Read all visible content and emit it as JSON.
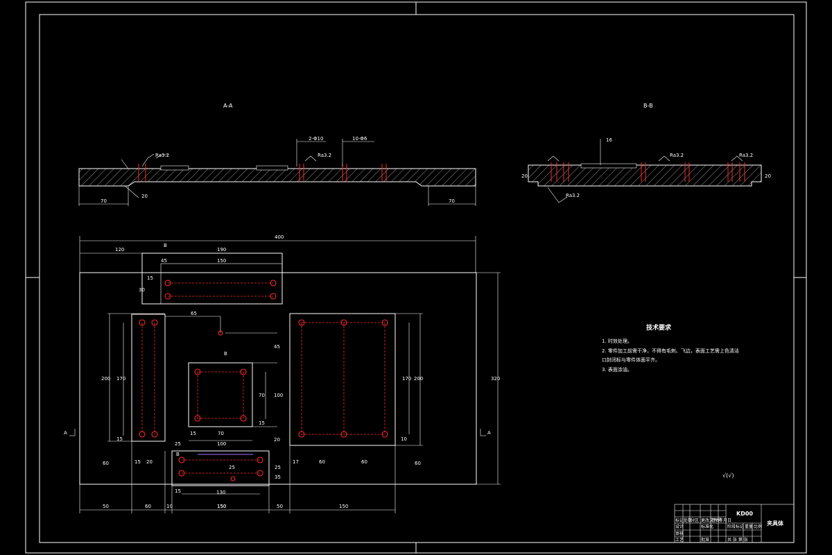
{
  "sections": {
    "aa_label": "A-A",
    "bb_label": "B-B",
    "ra_label": "Ra3.2",
    "aa_dims": {
      "left": "70",
      "right": "70",
      "step": "20",
      "holes_a": "2-Φ10",
      "holes_b": "10-Φ6"
    },
    "bb_dims": {
      "left_h": "20",
      "right_h": "20",
      "center": "16"
    }
  },
  "plan_dims": {
    "overall_width": "400",
    "overall_height": "320",
    "top_left": "120",
    "top_block_w": "190",
    "top_inner_w": "150",
    "top_offset": "45",
    "top_h_a": "15",
    "top_h_b": "30",
    "left_block_h": "200",
    "left_inner_h": "170",
    "left_w_a": "15",
    "left_w_b": "20",
    "left_bottom": "15",
    "left_foot": "60",
    "center_offset": "65",
    "center_drop": "45",
    "center_h": "100",
    "center_h_inner": "70",
    "center_w": "100",
    "center_w_inner": "70",
    "center_side": "15",
    "center_side_b": "15",
    "center_gap": "25",
    "center_bottom": "20",
    "bottom_w": "150",
    "bottom_inner": "130",
    "bottom_h_a": "25",
    "bottom_h_b": "25",
    "bottom_h_c": "35",
    "bottom_left_a": "15",
    "right_inner_h": "170",
    "right_h": "200",
    "right_w_a": "60",
    "right_w_b": "60",
    "right_side": "17",
    "right_bottom": "10",
    "right_foot": "60",
    "base_a": "50",
    "base_b": "60",
    "base_c": "10",
    "base_d": "150",
    "base_e": "50",
    "base_f": "150",
    "section_a": "A",
    "section_b": "B"
  },
  "tech": {
    "title": "技术要求",
    "items": [
      "1. 时效处理。",
      "2. 零件加工前需干净，不得有毛刺、飞边，表面工艺需上色清洁",
      "口封闭标与零件体面平齐。",
      "3. 表面涂油。"
    ]
  },
  "roughness_symbol": "√(√)",
  "title_block": {
    "drawing_no": "KD00",
    "name": "夹具体",
    "cells": [
      "标记",
      "处数",
      "分区",
      "更改文件号",
      "签名",
      "年月日",
      "设计",
      "标准化",
      "阶段标记",
      "重量",
      "比例",
      "审核",
      "工艺",
      "批准",
      "共 张 第 张"
    ]
  }
}
